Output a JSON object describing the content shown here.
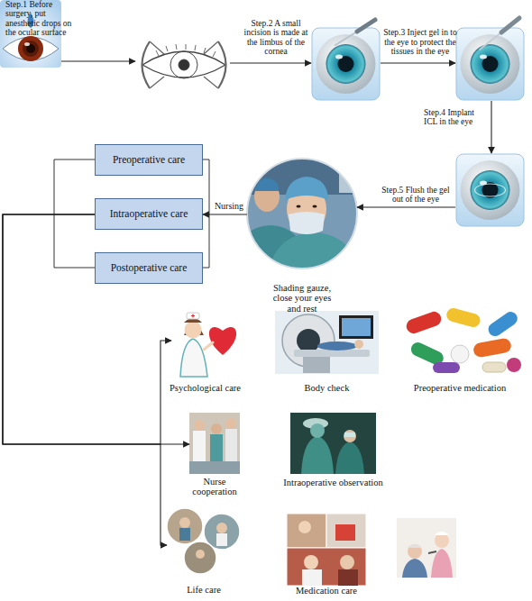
{
  "diagram": {
    "nodes": [
      {
        "text": [
          "Step.1 Before surgery, put anesthetic drops on the ocular surface"
        ]
      },
      {
        "text": []
      },
      {
        "text": []
      },
      {
        "text": []
      },
      {
        "text": []
      },
      {
        "text": [
          "Shading gauze, close your eyes and rest"
        ]
      },
      {
        "text": [
          "Preoperative care"
        ]
      },
      {
        "text": [
          "Intraoperative care"
        ]
      },
      {
        "text": [
          "Postoperative care"
        ]
      },
      {
        "text": [
          "Psychological care"
        ]
      },
      {
        "text": [
          "Body check"
        ]
      },
      {
        "text": [
          "Preoperative medication"
        ]
      },
      {
        "text": [
          "Nurse cooperation"
        ]
      },
      {
        "text": [
          "Intraoperative observation"
        ]
      },
      {
        "text": [
          "Life care"
        ]
      },
      {
        "text": [
          "Medication care"
        ]
      }
    ],
    "edges": [
      {
        "from": 0,
        "to": 1,
        "arrow": "to"
      },
      {
        "from": 1,
        "to": 2,
        "arrow": "to",
        "label": "Step.2 A small incision is made at the limbus of the cornea"
      },
      {
        "from": 2,
        "to": 3,
        "arrow": "to",
        "label": "Step.3 Inject gel in to the eye to protect the tissues in the eye"
      },
      {
        "from": 3,
        "to": 4,
        "arrow": "to",
        "label": "Step.4 Implant ICL in the eye"
      },
      {
        "from": 4,
        "to": 5,
        "arrow": "to",
        "label": "Step.5 Flush the gel out of the eye"
      },
      {
        "from": 5,
        "to": 7,
        "arrow": "to",
        "label": "Nursing"
      },
      {
        "from": 7,
        "to": 9,
        "arrow": "to"
      },
      {
        "from": 7,
        "to": 12,
        "arrow": "to"
      },
      {
        "from": 7,
        "to": 14,
        "arrow": "to"
      }
    ]
  }
}
